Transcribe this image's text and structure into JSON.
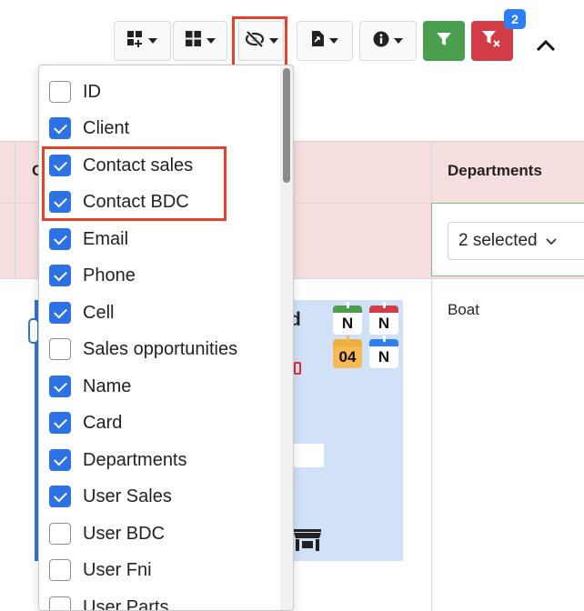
{
  "toolbar": {
    "buttons": [
      {
        "icon": "grid-add-icon"
      },
      {
        "icon": "grid-icon"
      },
      {
        "icon": "eye-slash-icon"
      },
      {
        "icon": "file-export-icon"
      },
      {
        "icon": "info-circle-icon"
      }
    ],
    "filter_icon": "filter-icon",
    "clear_filter_icon": "filter-clear-icon",
    "clear_filter_badge": "2",
    "collapse_icon": "chevron-up-icon"
  },
  "table": {
    "header_partial": "C",
    "departments_header": "Departments",
    "departments_filter": "2 selected",
    "row_department": "Boat",
    "card_name_partial": "d"
  },
  "calendars": [
    {
      "text": "N",
      "color": "#4a9e4e"
    },
    {
      "text": "N",
      "color": "#d23c47"
    },
    {
      "text": "04",
      "color": "#f0b040"
    },
    {
      "text": "N",
      "color": "#2d7ef7"
    }
  ],
  "column_menu": {
    "items": [
      {
        "label": "ID",
        "checked": false
      },
      {
        "label": "Client",
        "checked": true
      },
      {
        "label": "Contact sales",
        "checked": true
      },
      {
        "label": "Contact BDC",
        "checked": true
      },
      {
        "label": "Email",
        "checked": true
      },
      {
        "label": "Phone",
        "checked": true
      },
      {
        "label": "Cell",
        "checked": true
      },
      {
        "label": "Sales opportunities",
        "checked": false
      },
      {
        "label": "Name",
        "checked": true
      },
      {
        "label": "Card",
        "checked": true
      },
      {
        "label": "Departments",
        "checked": true
      },
      {
        "label": "User Sales",
        "checked": true
      },
      {
        "label": "User BDC",
        "checked": false
      },
      {
        "label": "User Fni",
        "checked": false
      },
      {
        "label": "User Parts",
        "checked": false
      }
    ]
  },
  "colors": {
    "highlight": "#e8412b",
    "checkbox_checked": "#2d72e4",
    "filter_green": "#4a9e4e",
    "filter_red": "#d23c47",
    "header_row": "#f6dede",
    "card_bg": "#d0e1f8"
  }
}
